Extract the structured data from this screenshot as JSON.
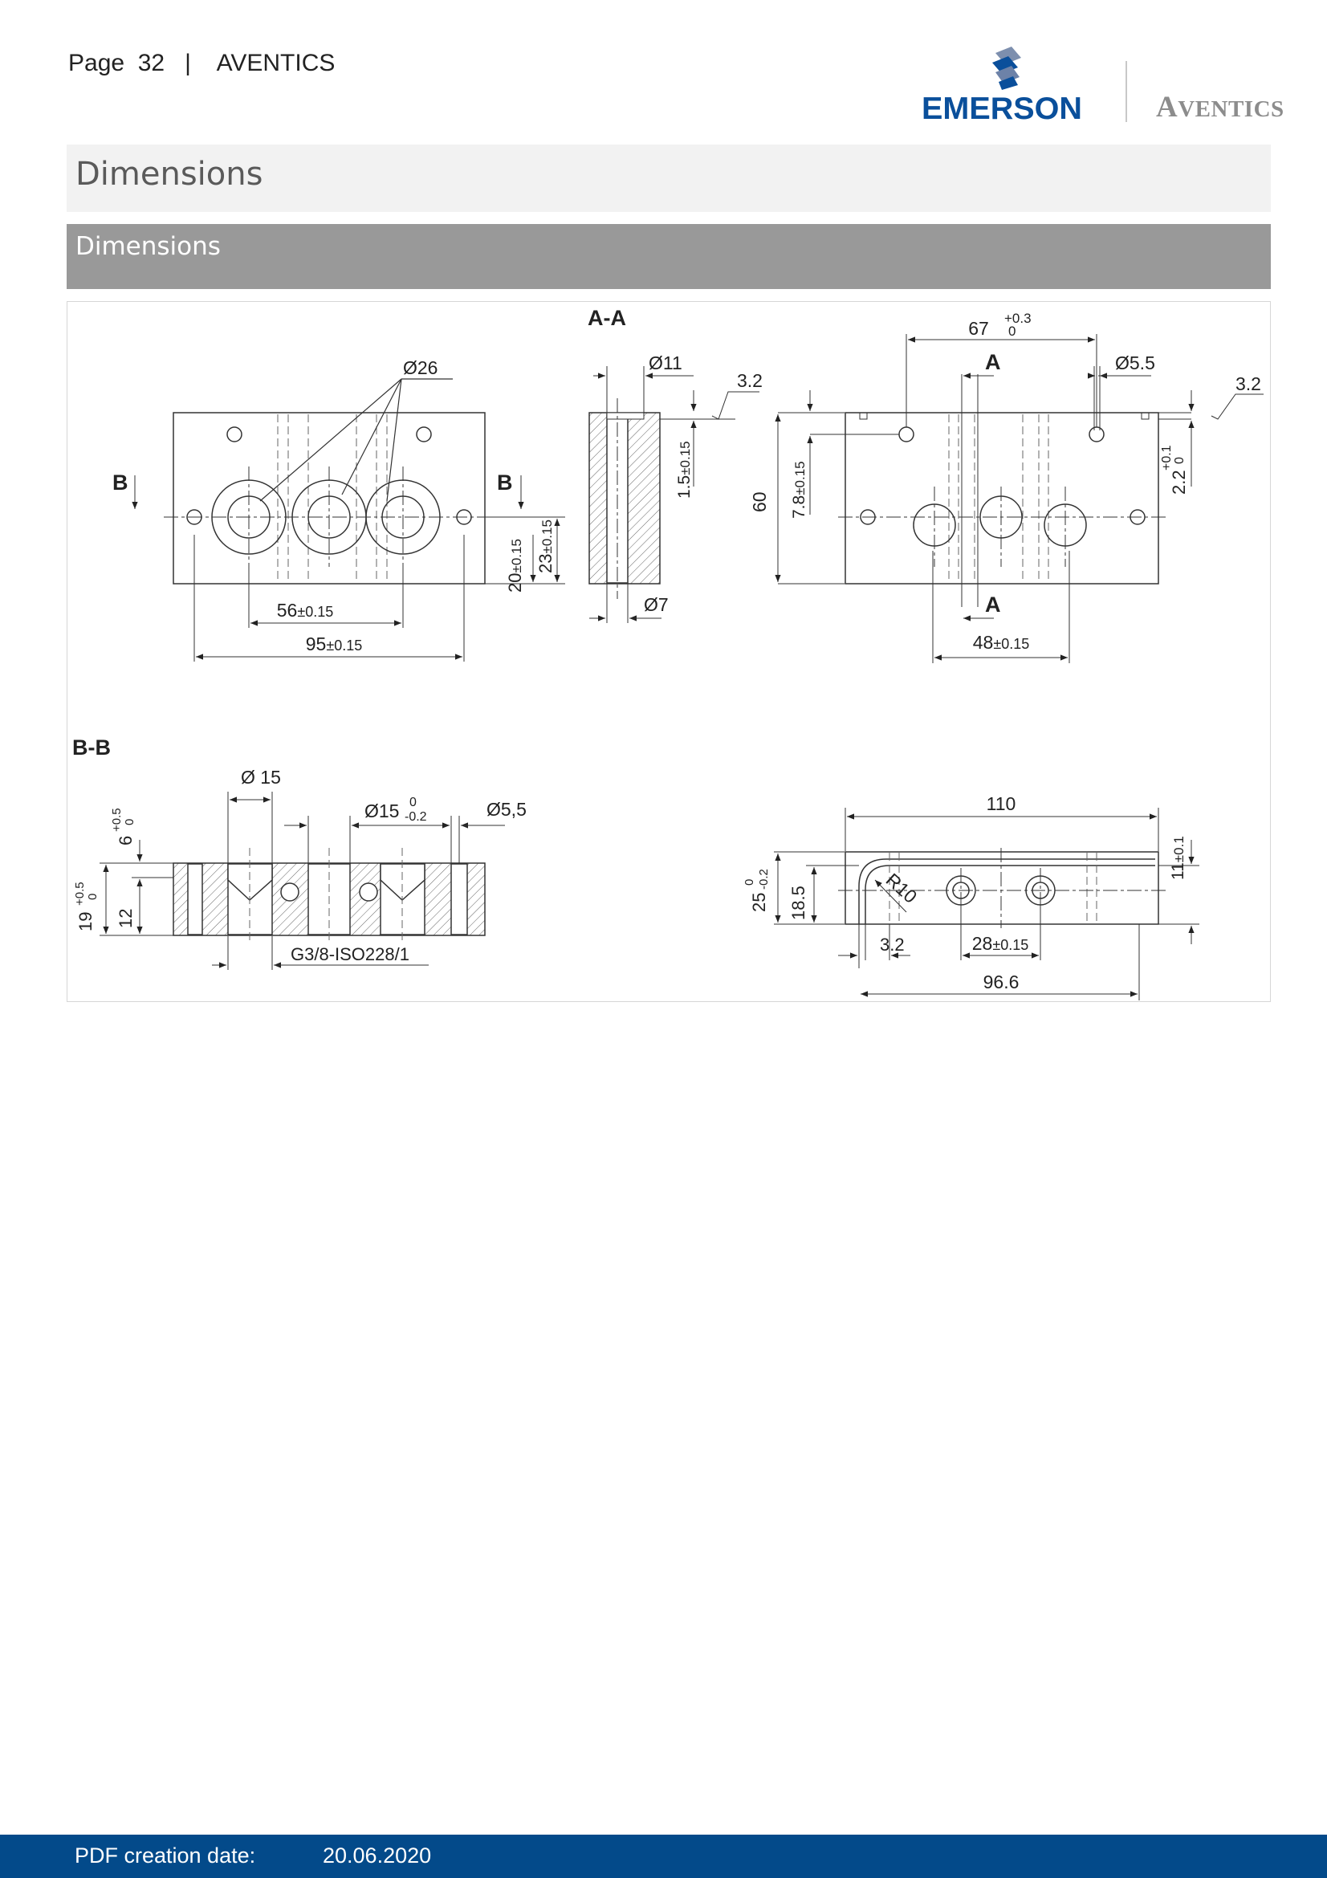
{
  "header": {
    "page_text": "Page  32   |    AVENTICS",
    "brand_primary": "EMERSON",
    "brand_secondary_cap": "A",
    "brand_secondary_rest": "VENTICS"
  },
  "section_title": "Dimensions",
  "subsection_title": "Dimensions",
  "drawing": {
    "section_aa": "A-A",
    "section_bb": "B-B",
    "mark_a": "A",
    "mark_b": "B",
    "d26": "Ø26",
    "d11": "Ø11",
    "d7": "Ø7",
    "d5_5": "Ø5.5",
    "d15": "Ø 15",
    "d15b": "Ø15",
    "d5_5b": "Ø5,5",
    "v3_2": "3.2",
    "v56": "56",
    "v95": "95",
    "v48": "48",
    "v20": "20",
    "v23": "23",
    "v1_5": "1.5",
    "v60": "60",
    "v7_8": "7.8",
    "v2_2": "2.2",
    "v67": "67",
    "v110": "110",
    "v11": "11",
    "v25": "25",
    "v18_5": "18.5",
    "v28": "28",
    "v96_6": "96.6",
    "v19": "19",
    "v12": "12",
    "v6": "6",
    "r10": "R10",
    "thread": "G3/8-ISO228/1",
    "tol_015": "±0.15",
    "tol_01": "±0.1",
    "tol_p03": "+0.3",
    "tol_p01": "+0.1",
    "tol_p05": "+0.5",
    "tol_0": "0",
    "tol_m02": "-0.2"
  },
  "footer": {
    "label": "PDF creation date:",
    "date": "20.06.2020"
  },
  "colors": {
    "footer_bg": "#034a8a",
    "emerson_blue": "#0a4f9b",
    "section_bg": "#f2f2f2",
    "subsection_bg": "#999999"
  }
}
